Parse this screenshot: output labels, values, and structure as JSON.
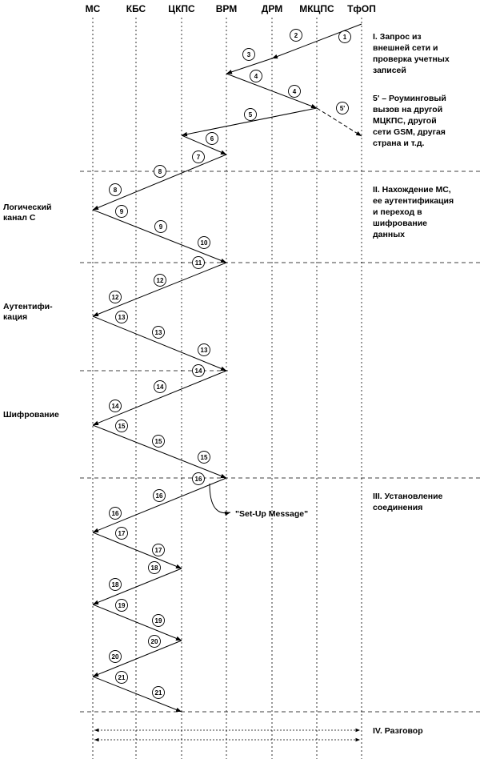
{
  "columns": [
    "МС",
    "КБС",
    "ЦКПС",
    "ВРМ",
    "ДРМ",
    "МКЦПС",
    "ТфОП"
  ],
  "phases": [
    {
      "id": "I",
      "lines": [
        "I. Запрос из",
        "внешней сети и",
        "проверка учетных",
        "записей"
      ]
    },
    {
      "id": "II",
      "lines": [
        "II. Нахождение МС,",
        "ее аутентификация",
        "и переход в",
        "шифрование",
        "данных"
      ]
    },
    {
      "id": "III",
      "lines": [
        "III. Установление",
        "соединения"
      ]
    },
    {
      "id": "IV",
      "lines": [
        "IV. Разговор"
      ]
    }
  ],
  "roaming_note": [
    "5' – Роуминговый",
    "вызов на другой",
    "МЦКПС, другой",
    "сети GSM, другая",
    "страна и т.д."
  ],
  "left_labels": {
    "logical_channel": [
      "Логический",
      "канал С"
    ],
    "authentication": [
      "Аутентифи-",
      "кация"
    ],
    "encryption": [
      "Шифрование"
    ]
  },
  "setup_message": "\"Set-Up Message\"",
  "message_numbers": [
    "1",
    "2",
    "3",
    "4",
    "4",
    "5",
    "5'",
    "6",
    "7",
    "8",
    "8",
    "9",
    "9",
    "10",
    "11",
    "12",
    "12",
    "13",
    "13",
    "13",
    "14",
    "14",
    "14",
    "15",
    "15",
    "15",
    "16",
    "16",
    "16",
    "17",
    "17",
    "18",
    "18",
    "19",
    "19",
    "20",
    "20",
    "21",
    "21"
  ]
}
